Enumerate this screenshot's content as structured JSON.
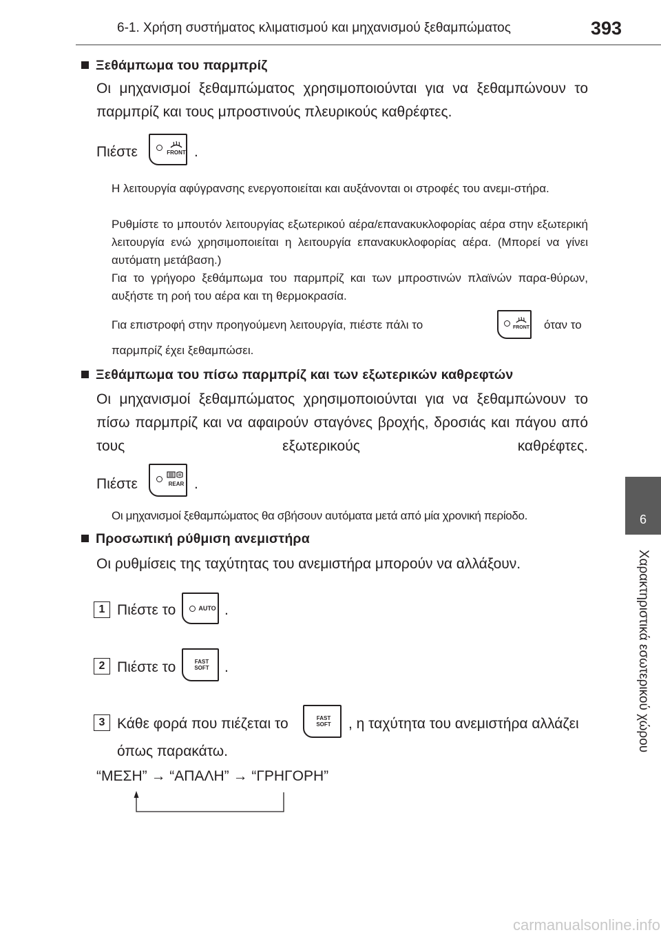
{
  "header": {
    "title": "6-1. Χρήση συστήματος κλιματισμού και μηχανισμού ξεθαμπώματος",
    "page_number": "393"
  },
  "side_tab": {
    "number": "6",
    "label": "Χαρακτηριστικά εσωτερικού χώρου"
  },
  "sections": {
    "front": {
      "title": "Ξεθάμπωμα του παρμπρίζ",
      "body": "Οι μηχανισμοί ξεθαμπώματος χρησιμοποιούνται για να ξεθαμπώνουν το παρμπρίζ και τους μπροστινούς πλευρικούς καθρέφτες.",
      "press_label": "Πιέστε",
      "press_end": ".",
      "notes": [
        "Η λειτουργία αφύγρανσης ενεργοποιείται και αυξάνονται οι στροφές του ανεμι-στήρα.",
        "Ρυθμίστε το μπουτόν λειτουργίας εξωτερικού αέρα/επανακυκλοφορίας αέρα στην εξωτερική λειτουργία ενώ χρησιμοποιείται η λειτουργία επανακυκλοφορίας αέρα. (Μπορεί να γίνει αυτόματη μετάβαση.)",
        "Για το γρήγορο ξεθάμπωμα του παρμπρίζ και των μπροστινών πλαϊνών παρα-θύρων, αυξήστε τη ροή του αέρα και τη θερμοκρασία."
      ],
      "return_before": "Για επιστροφή στην προηγούμενη λειτουργία, πιέστε πάλι το",
      "return_after": "όταν το",
      "return_line2": "παρμπρίζ έχει ξεθαμπώσει.",
      "button_caption": "FRONT"
    },
    "rear": {
      "title": "Ξεθάμπωμα του πίσω παρμπρίζ και των εξωτερικών καθρεφτών",
      "body": "Οι μηχανισμοί ξεθαμπώματος χρησιμοποιούνται για να ξεθαμπώνουν το πίσω παρμπρίζ και να αφαιρούν σταγόνες βροχής, δροσιάς και πάγου από τους εξωτερικούς καθρέφτες.",
      "press_label": "Πιέστε",
      "press_end": ".",
      "note": "Οι μηχανισμοί ξεθαμπώματος θα σβήσουν αυτόματα μετά από μία χρονική περίοδο.",
      "button_caption": "REAR"
    },
    "fan": {
      "title": "Προσωπική ρύθμιση ανεμιστήρα",
      "body": "Οι ρυθμίσεις της ταχύτητας του ανεμιστήρα μπορούν να αλλάξουν.",
      "steps": [
        {
          "number": "1",
          "before": "Πιέστε το",
          "after": "."
        },
        {
          "number": "2",
          "before": "Πιέστε το",
          "after": "."
        },
        {
          "number": "3",
          "before": "Κάθε φορά που πιέζεται το",
          "after": ", η ταχύτητα του ανεμιστήρα αλλάζει",
          "line2": "όπως παρακάτω."
        }
      ],
      "cycle": "“ΜΕΣΗ” → “ΑΠΑΛΗ” → “ΓΡΗΓΟΡΗ”",
      "auto_caption": "AUTO",
      "fast_soft_caption_1": "FAST",
      "fast_soft_caption_2": "SOFT"
    }
  },
  "footer": {
    "watermark": "carmanualsonline.info"
  }
}
